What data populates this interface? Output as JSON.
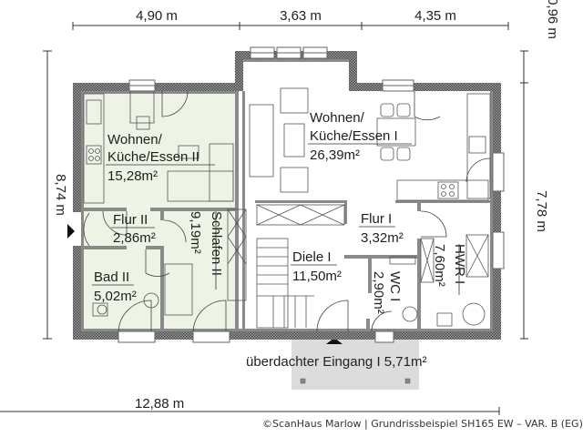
{
  "plan": {
    "title": "Grundrissbeispiel SH165 EW - VAR. B (EG)",
    "credit": "©ScanHaus Marlow | Grundrissbeispiel SH165 EW – VAR. B (EG)",
    "colors": {
      "wall_outer": "#8a8a8a",
      "wall_hatch": "#555555",
      "room_green": "#edf4e6",
      "room_white": "#ffffff",
      "entrance_gray": "#dcdcdc",
      "line": "#3a3a3a"
    }
  },
  "dimensions": {
    "top": [
      "4,90 m",
      "3,63 m",
      "4,35 m"
    ],
    "top_right": "0,96 m",
    "right": "7,78 m",
    "left": "8,74 m",
    "bottom": "12,88 m"
  },
  "rooms": [
    {
      "id": "wohnen2",
      "name_line1": "Wohnen/",
      "name_line2": "Küche/Essen II",
      "area": "15,28m²",
      "fill": "green"
    },
    {
      "id": "flur2",
      "name": "Flur II",
      "area": "2,86m²",
      "fill": "green"
    },
    {
      "id": "bad2",
      "name": "Bad II",
      "area": "5,02m²",
      "fill": "green"
    },
    {
      "id": "schlafen2",
      "name": "Schlafen II",
      "area": "9,19m²",
      "fill": "green",
      "rotated": true
    },
    {
      "id": "wohnen1",
      "name_line1": "Wohnen/",
      "name_line2": "Küche/Essen I",
      "area": "26,39m²",
      "fill": "white"
    },
    {
      "id": "flur1",
      "name": "Flur I",
      "area": "3,32m²",
      "fill": "white"
    },
    {
      "id": "diele1",
      "name": "Diele I",
      "area": "11,50m²",
      "fill": "white"
    },
    {
      "id": "wc1",
      "name": "WC I",
      "area": "2,90m²",
      "fill": "white",
      "rotated": true
    },
    {
      "id": "hwr1",
      "name": "HWR I",
      "area": "7,60m²",
      "fill": "white",
      "rotated": true
    }
  ],
  "entrance": {
    "label": "überdachter Eingang I 5,71m²"
  }
}
